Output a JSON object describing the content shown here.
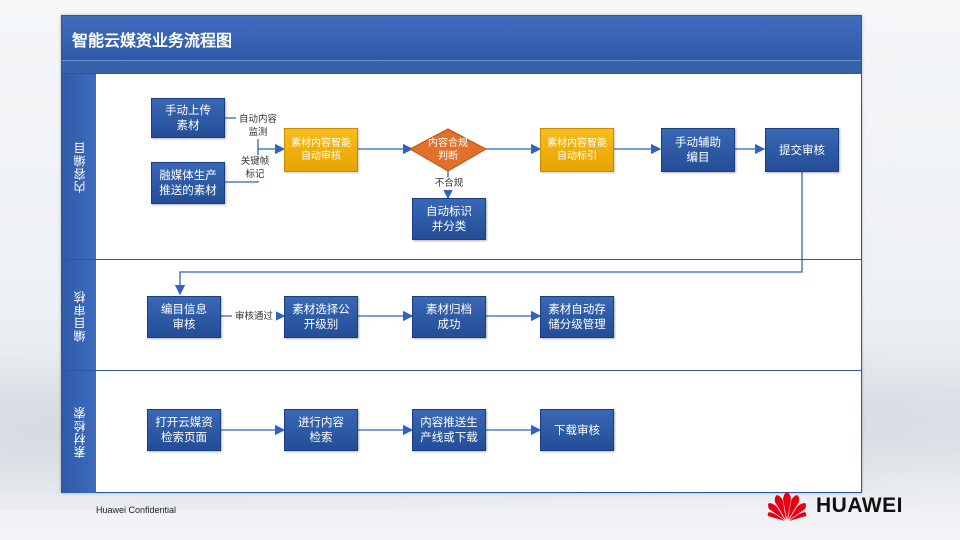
{
  "title": "智能云媒资业务流程图",
  "footer": "Huawei Confidential",
  "logo_text": "HUAWEI",
  "lanes": {
    "content": "内容编目",
    "review": "编目审核",
    "search": "素材检索"
  },
  "nodes": {
    "manual_upload": "手动上传\n素材",
    "media_push": "融媒体生产\n推送的素材",
    "auto_review": "素材内容智能\n自动审核",
    "compliance": "内容合规\n判断",
    "auto_tag_classify": "自动标识\n并分类",
    "auto_index": "素材内容智能\n自动标引",
    "manual_catalog": "手动辅助\n编目",
    "submit_review": "提交审核",
    "catalog_review": "编目信息\n审核",
    "choose_level": "素材选择公\n开级别",
    "archive_ok": "素材归档\n成功",
    "auto_storage": "素材自动存\n储分级管理",
    "open_page": "打开云媒资\n检索页面",
    "do_search": "进行内容\n检索",
    "push_download": "内容推送生\n产线或下载",
    "download_review": "下载审核"
  },
  "labels": {
    "auto_monitor": "自动内容\n监测",
    "keyframe": "关键帧\n标记",
    "noncompliant": "不合规",
    "review_passed": "审核通过"
  },
  "colors": {
    "lane_blue": "#2f5aa7",
    "box_blue": "#2a5aa5",
    "box_gold": "#f0b000",
    "diamond": "#e0702a"
  }
}
